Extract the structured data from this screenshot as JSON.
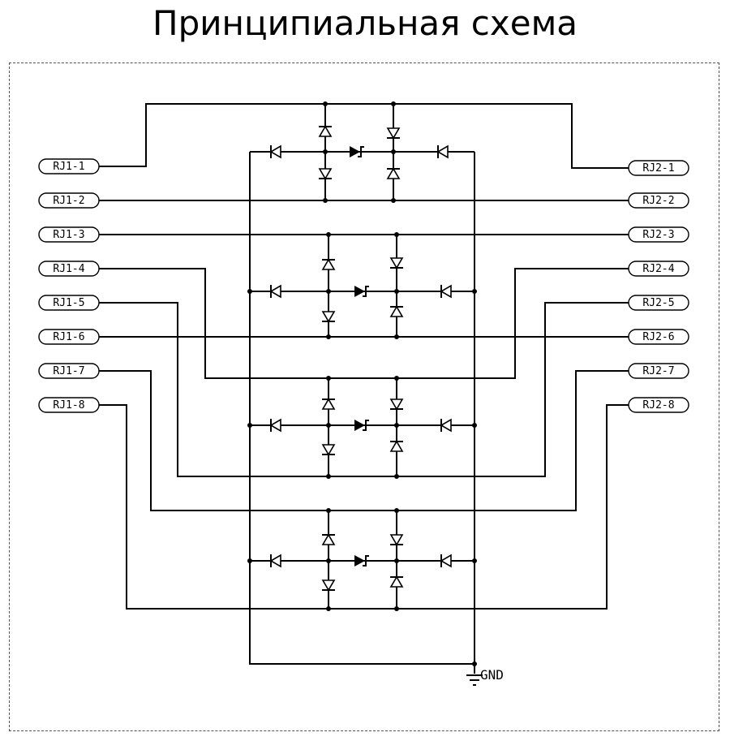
{
  "title": "Принципиальная схема",
  "left_pins": [
    "RJ1-1",
    "RJ1-2",
    "RJ1-3",
    "RJ1-4",
    "RJ1-5",
    "RJ1-6",
    "RJ1-7",
    "RJ1-8"
  ],
  "right_pins": [
    "RJ2-1",
    "RJ2-2",
    "RJ2-3",
    "RJ2-4",
    "RJ2-5",
    "RJ2-6",
    "RJ2-7",
    "RJ2-8"
  ],
  "ground_label": "GND"
}
